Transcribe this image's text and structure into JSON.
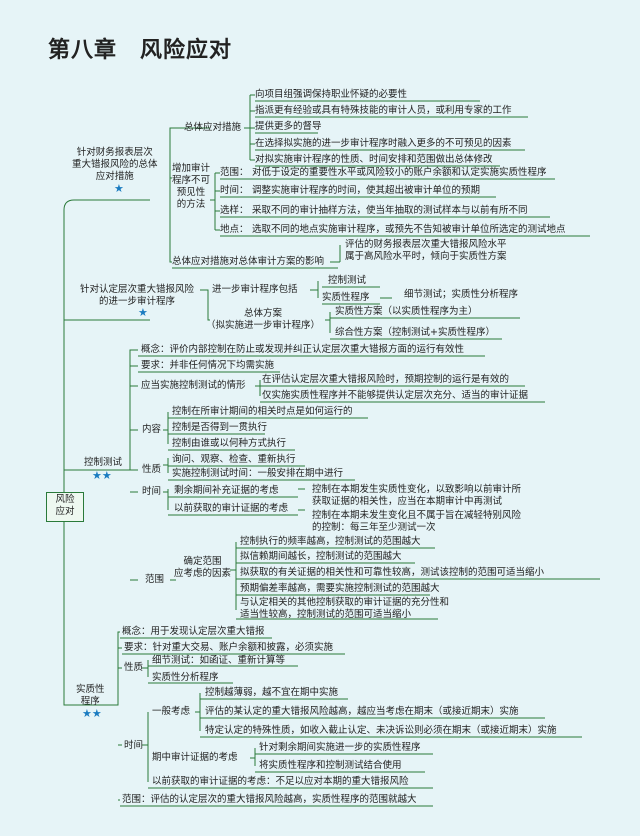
{
  "title": "第八章　风险应对",
  "root": "风险\n应对",
  "star1": "★",
  "star2": "★★",
  "s1": {
    "head": "针对财务报表层次\n重大错报风险的总体\n应对措施",
    "overall": "总体应对措施",
    "o1": "向项目组强调保持职业怀疑的必要性",
    "o2": "指派更有经验或具有特殊技能的审计人员，或利用专家的工作",
    "o3": "提供更多的督导",
    "o4": "在选择拟实施的进一步审计程序时融入更多的不可预见的因素",
    "o5": "对拟实施审计程序的性质、时间安排和范围做出总体修改",
    "unpred": "增加审计\n程序不可\n预见性\n的方法",
    "u1k": "范围：",
    "u1": "对低于设定的重要性水平或风险较小的账户余额和认定实施实质性程序",
    "u2k": "时间：",
    "u2": "调整实施审计程序的时间，使其超出被审计单位的预期",
    "u3k": "选样：",
    "u3": "采取不同的审计抽样方法，使当年抽取的测试样本与以前有所不同",
    "u4k": "地点：",
    "u4": "选取不同的地点实施审计程序，或预先不告知被审计单位所选定的测试地点",
    "impact": "总体应对措施对总体审计方案的影响",
    "impact_r": "评估的财务报表层次重大错报风险水平\n属于高风险水平时，倾向于实质性方案"
  },
  "s2": {
    "head": "针对认定层次重大错报风险\n的进一步审计程序",
    "further": "进一步审计程序包括",
    "f1": "控制测试",
    "f2": "实质性程序",
    "f2d": "细节测试；实质性分析程序",
    "plan": "总体方案\n（拟实施进一步审计程序）",
    "p1": "实质性方案（以实质性程序为主）",
    "p2": "综合性方案（控制测试+实质性程序）"
  },
  "s3": {
    "head": "控制测试",
    "concept": "概念：评价内部控制在防止或发现并纠正认定层次重大错报方面的运行有效性",
    "req": "要求：并非任何情况下均需实施",
    "when": "应当实施控制测试的情形",
    "w1": "在评估认定层次重大错报风险时，预期控制的运行是有效的",
    "w2": "仅实施实质性程序并不能够提供认定层次充分、适当的审计证据",
    "content": "内容",
    "c1": "控制在所审计期间的相关时点是如何运行的",
    "c2": "控制是否得到一贯执行",
    "c3": "控制由谁或以何种方式执行",
    "nature": "性质",
    "n1": "询问、观察、检查、重新执行",
    "n2": "实施控制测试时间：一般安排在期中进行",
    "time": "时间",
    "t1": "剩余期间补充证据的考虑",
    "t1d": "控制在本期发生实质性变化，以致影响以前审计所\n获取证据的相关性，应当在本期审计中再测试",
    "t2": "以前获取的审计证据的考虑",
    "t2d": "控制在本期未发生变化且不属于旨在减轻特别风险\n的控制：每三年至少测试一次",
    "scope": "范围",
    "factors": "确定范围\n应考虑的因素",
    "s1": "控制执行的频率越高，控制测试的范围越大",
    "s2": "拟信赖期间越长，控制测试的范围越大",
    "s3": "拟获取的有关证据的相关性和可靠性较高，测试该控制的范围可适当缩小",
    "s4": "预期偏差率越高，需要实施控制测试的范围越大",
    "s5": "与认定相关的其他控制获取的审计证据的充分性和\n适当性较高，控制测试的范围可适当缩小"
  },
  "s4": {
    "head": "实质性\n程序",
    "concept": "概念：用于发现认定层次重大错报",
    "req": "要求：针对重大交易、账户余额和披露，必须实施",
    "nature": "性质",
    "n1": "细节测试：如函证、重新计算等",
    "n2": "实质性分析程序",
    "time": "时间",
    "general": "一般考虑",
    "g1": "控制越薄弱，越不宜在期中实施",
    "g2": "评估的某认定的重大错报风险越高，越应当考虑在期末（或接近期末）实施",
    "g3": "特定认定的特殊性质，如收入截止认定、未决诉讼则必须在期末（或接近期末）实施",
    "mid": "期中审计证据的考虑",
    "m1": "针对剩余期间实施进一步的实质性程序",
    "m2": "将实质性程序和控制测试结合使用",
    "prev": "以前获取的审计证据的考虑：不足以应对本期的重大错报风险",
    "scope": "范围：评估的认定层次的重大错报风险越高，实质性程序的范围就越大"
  }
}
